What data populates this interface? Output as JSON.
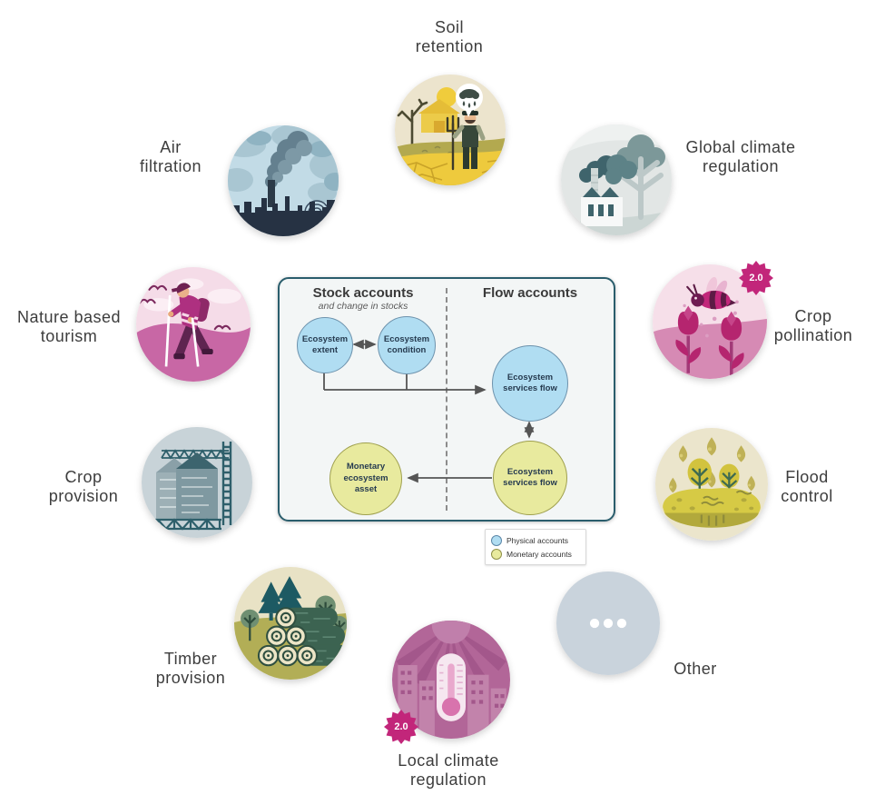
{
  "items": [
    {
      "id": "soil-retention",
      "label": "Soil\nretention",
      "icon": "farmer-drought-icon"
    },
    {
      "id": "global-climate-regulation",
      "label": "Global climate\nregulation",
      "icon": "factory-trees-icon"
    },
    {
      "id": "crop-pollination",
      "label": "Crop\npollination",
      "icon": "bee-flowers-icon",
      "badge": "2.0"
    },
    {
      "id": "flood-control",
      "label": "Flood\ncontrol",
      "icon": "rain-absorbing-land-icon"
    },
    {
      "id": "other",
      "label": "Other",
      "icon": "ellipsis-icon"
    },
    {
      "id": "local-climate-regulation",
      "label": "Local climate\nregulation",
      "icon": "thermometer-city-icon",
      "badge": "2.0"
    },
    {
      "id": "timber-provision",
      "label": "Timber\nprovision",
      "icon": "log-pile-icon"
    },
    {
      "id": "crop-provision",
      "label": "Crop\nprovision",
      "icon": "grain-silos-icon"
    },
    {
      "id": "nature-based-tourism",
      "label": "Nature based\ntourism",
      "icon": "hiker-icon"
    },
    {
      "id": "air-filtration",
      "label": "Air\nfiltration",
      "icon": "city-smog-icon"
    }
  ],
  "center_diagram": {
    "stock_header": "Stock accounts",
    "stock_subheader": "and change in stocks",
    "flow_header": "Flow accounts",
    "nodes": {
      "extent": "Ecosystem\nextent",
      "condition": "Ecosystem\ncondition",
      "services_flow_physical": "Ecosystem\nservices flow",
      "services_flow_monetary": "Ecosystem\nservices flow",
      "monetary_asset": "Monetary\necosystem\nasset"
    },
    "legend": [
      {
        "label": "Physical accounts",
        "color": "#b0ddf2"
      },
      {
        "label": "Monetary accounts",
        "color": "#e8ea9e"
      }
    ]
  },
  "colors": {
    "badge_accent": "#c2267a",
    "physical_fill": "#b0ddf2",
    "monetary_fill": "#e8ea9e",
    "box_border": "#2a5d6c",
    "label_text": "#3d3d3d"
  }
}
